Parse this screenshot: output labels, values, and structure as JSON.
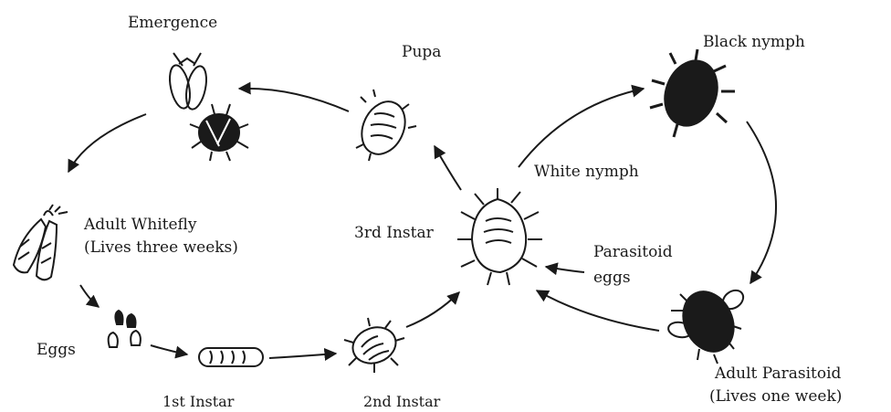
{
  "diagram": {
    "colors": {
      "ink": "#1a1a1a",
      "background": "#ffffff"
    },
    "stages": {
      "emergence": "Emergence",
      "pupa": "Pupa",
      "black_nymph": "Black nymph",
      "white_nymph": "White nymph",
      "adult_whitefly": "Adult Whitefly",
      "adult_whitefly_life": "(Lives three weeks)",
      "third_instar": "3rd Instar",
      "parasitoid_eggs_line1": "Parasitoid",
      "parasitoid_eggs_line2": "eggs",
      "eggs": "Eggs",
      "first_instar": "1st Instar",
      "second_instar": "2nd Instar",
      "adult_parasitoid": "Adult Parasitoid",
      "adult_parasitoid_life": "(Lives one week)"
    }
  }
}
